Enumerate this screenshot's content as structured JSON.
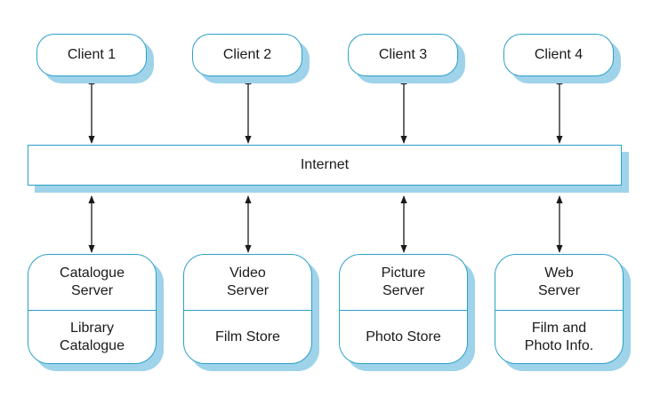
{
  "diagram": {
    "clients": [
      {
        "label": "Client 1"
      },
      {
        "label": "Client 2"
      },
      {
        "label": "Client 3"
      },
      {
        "label": "Client 4"
      }
    ],
    "network": {
      "label": "Internet"
    },
    "servers": [
      {
        "name_line1": "Catalogue",
        "name_line2": "Server",
        "store_line1": "Library",
        "store_line2": "Catalogue"
      },
      {
        "name_line1": "Video",
        "name_line2": "Server",
        "store_line1": "Film Store",
        "store_line2": ""
      },
      {
        "name_line1": "Picture",
        "name_line2": "Server",
        "store_line1": "Photo Store",
        "store_line2": ""
      },
      {
        "name_line1": "Web",
        "name_line2": "Server",
        "store_line1": "Film and",
        "store_line2": "Photo Info."
      }
    ],
    "colors": {
      "border": "#2ba0c8",
      "shadow": "#9fd3ea",
      "arrow": "#1a1a1a",
      "text": "#1a1a1a"
    }
  }
}
